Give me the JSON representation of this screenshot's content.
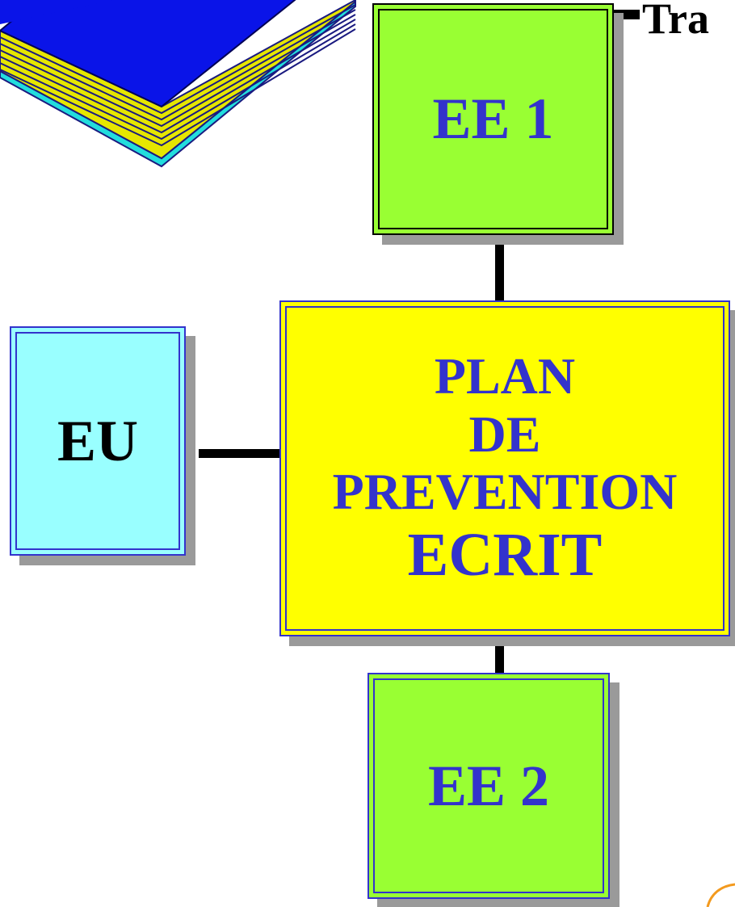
{
  "title_fragment": "Tra",
  "nodes": {
    "ee1": "EE 1",
    "eu": "EU",
    "plan": [
      "PLAN",
      "DE",
      "PREVENTION",
      "ECRIT"
    ],
    "ee2": "EE 2"
  },
  "colors": {
    "green": "#99ff33",
    "yellow": "#ffff00",
    "cyan": "#99ffff",
    "label_blue": "#3333cc",
    "book_cover": "#0a14e8",
    "book_pages": "#e6e600"
  }
}
